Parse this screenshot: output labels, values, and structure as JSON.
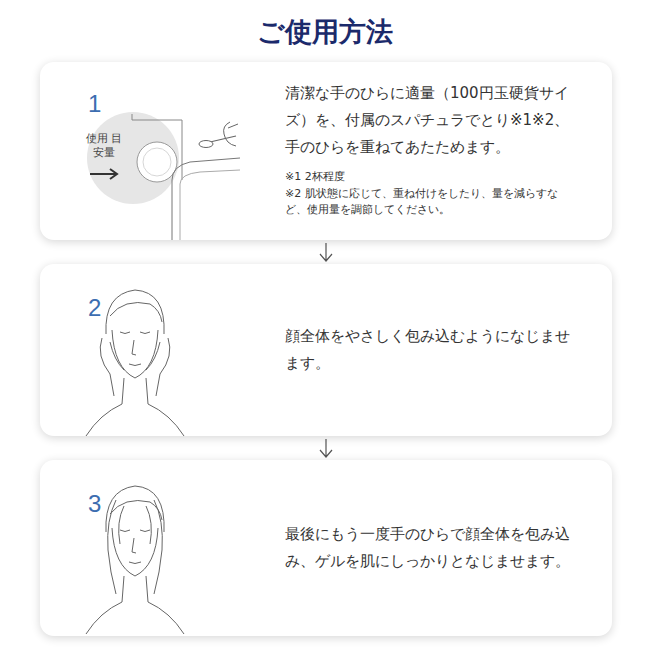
{
  "diagram": {
    "title": "ご使用方法",
    "nodes": [
      {
        "text": [
          "1",
          "清潔な手のひらに適量（100円玉硬貨サイズ）を、付属のスパチュラでとり※1※2、手のひらを重ねてあたためます。",
          "※1 2杯程度",
          "※2 肌状態に応じて、重ね付けをしたり、量を減らすなど、使用量を調節してください。"
        ]
      },
      {
        "text": [
          "2",
          "顔全体をやさしく包み込むようになじませます。"
        ]
      },
      {
        "text": [
          "3",
          "最後にもう一度手のひらで顔全体を包み込み、ゲルを肌にしっかりとなじませます。"
        ]
      }
    ],
    "edges": [
      {
        "from": 0,
        "to": 1,
        "arrow": "to"
      },
      {
        "from": 1,
        "to": 2,
        "arrow": "to"
      }
    ],
    "labels": [
      "使用 目安量"
    ]
  }
}
